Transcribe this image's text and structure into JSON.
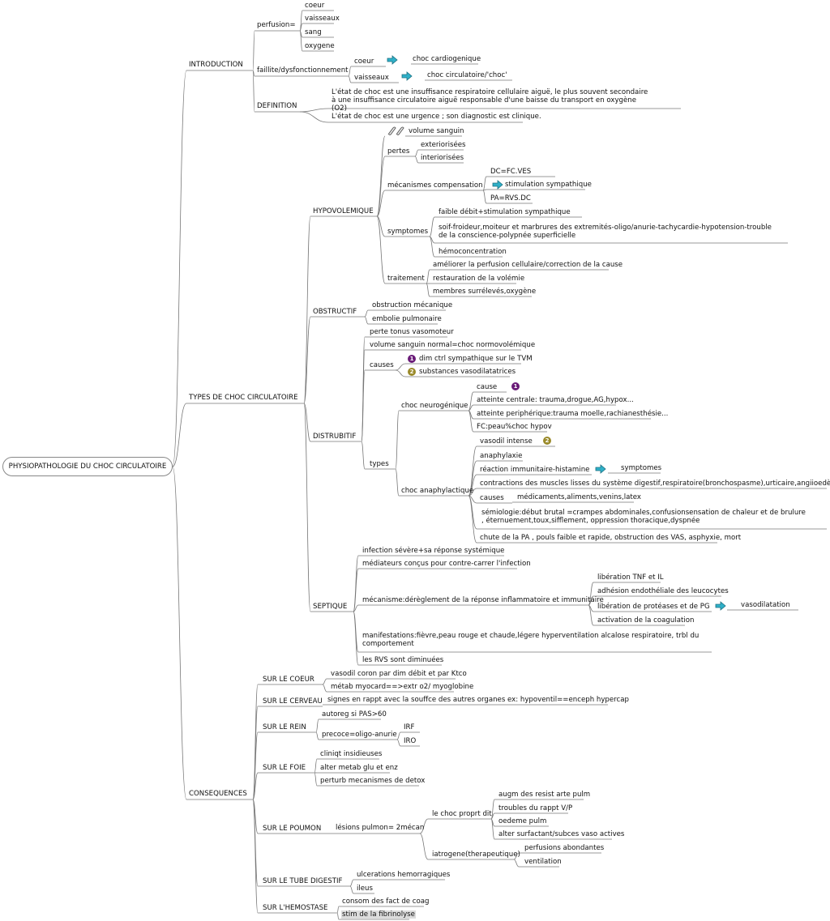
{
  "root": "PHYSIOPATHOLOGIE DU CHOC CIRCULATOIRE",
  "introduction": {
    "label": "INTRODUCTION",
    "perfusion": {
      "label": "perfusion=",
      "items": [
        "coeur",
        "vaisseaux",
        "sang",
        "oxygene"
      ]
    },
    "faillite": {
      "label": "faillite/dysfonctionnement",
      "coeur": "coeur",
      "coeur_result": "choc cardiogenique",
      "vaisseaux": "vaisseaux",
      "vaisseaux_result": "choc circulatoire/'choc'"
    },
    "definition": {
      "label": "DEFINITION",
      "text1": "L'état de choc est une insuffisance respiratoire cellulaire aiguë, le plus souvent secondaire à une insuffisance circulatoire aiguë responsable d'une baisse du transport en oxygène (O2)",
      "text2": "L'état de choc est une urgence ; son diagnostic est clinique."
    }
  },
  "types": {
    "label": "TYPES DE CHOC CIRCULATOIRE",
    "hypovolemique": {
      "label": "HYPOVOLEMIQUE",
      "volume": "volume sanguin",
      "pertes": {
        "label": "pertes",
        "items": [
          "exteriorisées",
          "interiorisées"
        ]
      },
      "mecanismes": {
        "label": "mécanismes compensation",
        "items": [
          "DC=FC.VES",
          "stimulation sympathique",
          "PA=RVS.DC"
        ]
      },
      "symptomes": {
        "label": "symptomes",
        "items": [
          "faible débit+stimulation sympathique",
          "soif-froideur,moiteur et marbrures des extremités-oligo/anurie-tachycardie-hypotension-trouble de la conscience-polypnée superficielle",
          "hémoconcentration"
        ]
      },
      "traitement": {
        "label": "traitement",
        "items": [
          "améliorer la perfusion cellulaire/correction de la cause",
          "restauration de la volémie",
          "membres surrélevés,oxygène"
        ]
      }
    },
    "obstructif": {
      "label": "OBSTRUCTIF",
      "items": [
        "obstruction mécanique",
        "embolie pulmonaire"
      ]
    },
    "distributif": {
      "label": "DISTRUBITIF",
      "perte": "perte tonus vasomoteur",
      "volume": "volume sanguin normal=choc normovolémique",
      "causes": {
        "label": "causes",
        "items": [
          "dim ctrl sympathique sur le TVM",
          "substances vasodilatatrices"
        ],
        "badges": [
          "1",
          "2"
        ]
      },
      "types_label": "types",
      "neurogenique": {
        "label": "choc neurogénique",
        "items": [
          "cause",
          "atteinte centrale: trauma,drogue,AG,hypox...",
          "atteinte periphérique:trauma moelle,rachianesthésie...",
          "FC:peau%choc hypov"
        ],
        "badge": "1"
      },
      "anaphylactique": {
        "label": "choc anaphylactique",
        "vasodil": "vasodil intense",
        "badge": "2",
        "anaphylaxie": "anaphylaxie",
        "reaction": "réaction immunitaire-histamine",
        "symptomes": "symptomes",
        "contractions": "contractions des muscles lisses du système digestif,respiratoire(bronchospasme),urticaire,angiioedème",
        "causes": "causes",
        "causes_detail": "médicaments,aliments,venins,latex",
        "semiologie": "sémiologie:début brutal =crampes abdominales,confusionsensation de chaleur et de brulure , éternuement,toux,sifflement, oppression thoracique,dyspnée",
        "chute": "chute  de la PA , pouls faible et rapide, obstruction des VAS, asphyxie, mort"
      }
    },
    "septique": {
      "label": "SEPTIQUE",
      "infection": "infection sévère+sa réponse systémique",
      "mediateurs": "médiateurs conçus pour contre-carrer l'infection",
      "mecanisme": {
        "label": "mécanisme:dérèglement de la réponse inflammatoire et immunitaire",
        "items": [
          "libération  TNF et IL",
          "adhésion endothéliale des leucocytes",
          "libération de protéases et de PG",
          "activation de la coagulation"
        ],
        "result": "vasodilatation"
      },
      "manifestations": "manifestations:fièvre,peau rouge et chaude,légere hyperventilation alcalose respiratoire, trbl du comportement",
      "rvs": "les RVS sont diminuées"
    }
  },
  "consequences": {
    "label": "CONSEQUENCES",
    "coeur": {
      "label": "SUR LE COEUR",
      "items": [
        "vasodil coron par dim débit et par Ktco",
        "métab myocard==>extr o2/ myoglobine"
      ]
    },
    "cerveau": {
      "label": "SUR LE CERVEAU",
      "items": [
        "signes en rappt avec la souffce des autres organes ex: hypoventil==enceph hypercap"
      ]
    },
    "rein": {
      "label": "SUR LE REIN",
      "autoreg": "autoreg si PAS>60",
      "precoce": "precoce=oligo-anurie",
      "irf": "IRF",
      "iro": "IRO"
    },
    "foie": {
      "label": "SUR LE FOIE",
      "items": [
        "cliniqt insidieuses",
        "alter metab glu et enz",
        "perturb mecanismes de detox"
      ]
    },
    "poumon": {
      "label": "SUR LE POUMON",
      "lesions": "lésions pulmon= 2mécan",
      "propre": {
        "label": "le choc proprt dit",
        "items": [
          "augm des resist arte pulm",
          "troubles du rappt V/P",
          "oedeme pulm",
          "alter surfactant/subces vaso actives"
        ]
      },
      "iatrogene": {
        "label": "iatrogene(therapeutique)",
        "items": [
          "perfusions abondantes",
          "ventilation"
        ]
      }
    },
    "tube": {
      "label": "SUR LE TUBE DIGESTIF",
      "items": [
        "ulcerations hemorragiques",
        "ileus"
      ]
    },
    "hemostase": {
      "label": "SUR L'HEMOSTASE",
      "items": [
        "consom des fact de coag",
        "stim de la fibrinolyse"
      ]
    }
  },
  "colors": {
    "line": "#777777",
    "arrow": "#2fb0c8",
    "badge1": "#6a1b78",
    "badge2": "#9a8a2a",
    "highlight": "#dcdcdc"
  },
  "icons": [
    "arrow-right-icon",
    "paperclip-icon",
    "number-badge-icon"
  ]
}
